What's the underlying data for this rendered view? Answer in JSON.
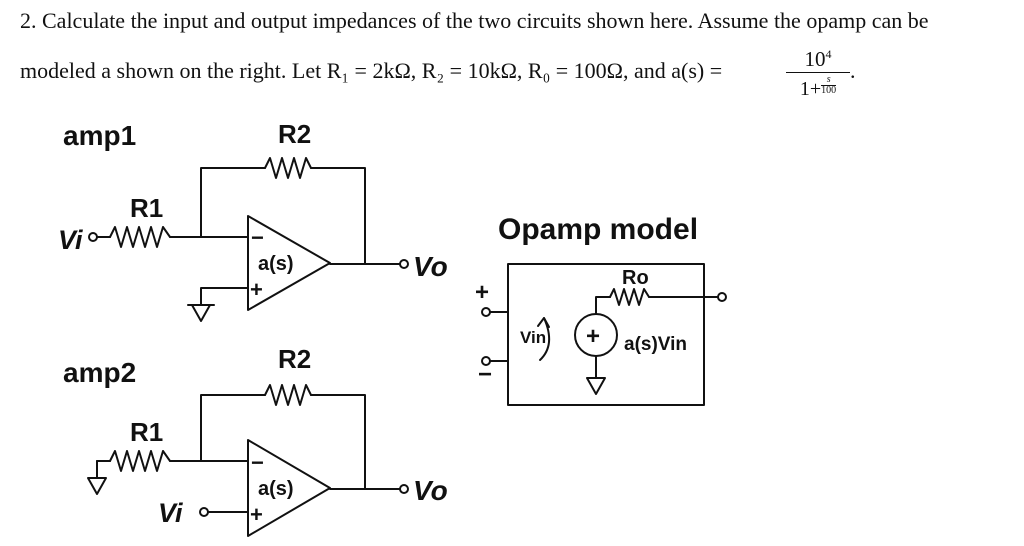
{
  "problem": {
    "line1": "2. Calculate the input and output impedances of the two circuits shown here. Assume the opamp can be",
    "line2": "modeled a shown on the right. Let R₁ = 2kΩ, R₂ = 10kΩ, R₀ = 100Ω, and a(s) =",
    "fraction": {
      "numerator": "10",
      "numerator_exp": "4",
      "denominator": "1+",
      "sub_num": "s",
      "sub_den": "100"
    },
    "period": "."
  },
  "amp1": {
    "title": "amp1",
    "r2": "R2",
    "r1": "R1",
    "vin": "Vi",
    "vout": "Vo",
    "opamp_label": "a(s)",
    "minus": "−",
    "plus": "+"
  },
  "amp2": {
    "title": "amp2",
    "r2": "R2",
    "r1": "R1",
    "vin": "Vi",
    "vout": "Vo",
    "opamp_label": "a(s)",
    "minus": "−",
    "plus": "+"
  },
  "model": {
    "title": "Opamp model",
    "ro": "Ro",
    "vin": "Vin",
    "source": "a(s)Vin",
    "plus": "+",
    "minus": "−"
  }
}
